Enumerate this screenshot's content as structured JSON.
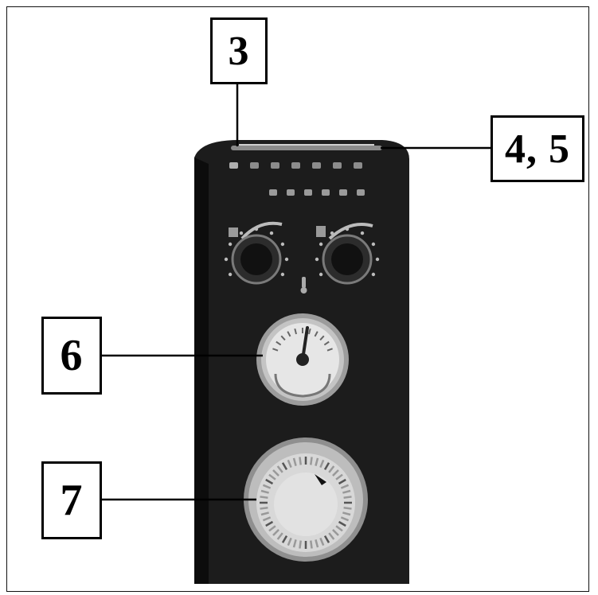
{
  "callouts": [
    {
      "id": "3",
      "label": "3"
    },
    {
      "id": "45",
      "label": "4, 5"
    },
    {
      "id": "6",
      "label": "6"
    },
    {
      "id": "7",
      "label": "7"
    }
  ],
  "panel": {
    "body_color": "#1c1c1c",
    "dial_face_color": "#e6e6e6",
    "timer_face_color": "#d8d8d8",
    "indicator_count_row1": 7,
    "indicator_count_row2": 6
  }
}
